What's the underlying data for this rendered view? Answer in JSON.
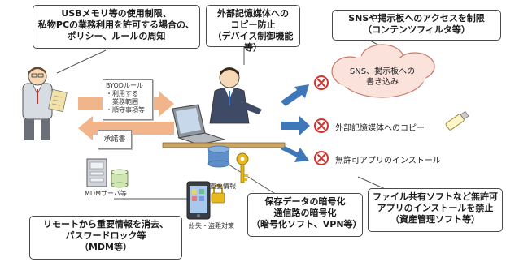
{
  "callouts": {
    "usb_policy": [
      "USBメモリ等の使用制限、",
      "私物PCの業務利用を許可する場合の、",
      "ポリシー、ルールの周知"
    ],
    "copy_prevention": [
      "外部記憶媒体への",
      "コピー防止",
      "（デバイス制御機能等）"
    ],
    "sns_restrict": [
      "SNSや掲示板へのアクセスを制限",
      "（コンテンツフィルタ等）"
    ],
    "encryption": [
      "保存データの暗号化",
      "通信路の暗号化",
      "（暗号化ソフト、VPN等）"
    ],
    "app_block": [
      "ファイル共有ソフトなど無許可",
      "アプリのインストールを禁止",
      "（資産管理ソフト等）"
    ],
    "remote_wipe": [
      "リモートから重要情報を消去、",
      "パスワードロック等",
      "（MDM等）"
    ]
  },
  "documents": {
    "byod": {
      "title": "BYODルール",
      "items": [
        "・利用する",
        "　業務範囲",
        "・順守事項等"
      ]
    },
    "consent": "承諾書"
  },
  "cloud_text": [
    "SNS、掲示板への",
    "書き込み"
  ],
  "threats": [
    "外部記憶媒体へのコピー",
    "無許可アプリのインストール"
  ],
  "labels": {
    "mdm_server": "MDMサーバ等",
    "important_info": "重要情報",
    "loss_theft": "紛失・盗難対策"
  },
  "colors": {
    "arrow_blue": "#3f78b8",
    "arrow_orange": "#f2b48a",
    "prohibit_red": "#d0342c",
    "cloud_fill": "#fbe3dc",
    "key_gold": "#e8b820"
  }
}
